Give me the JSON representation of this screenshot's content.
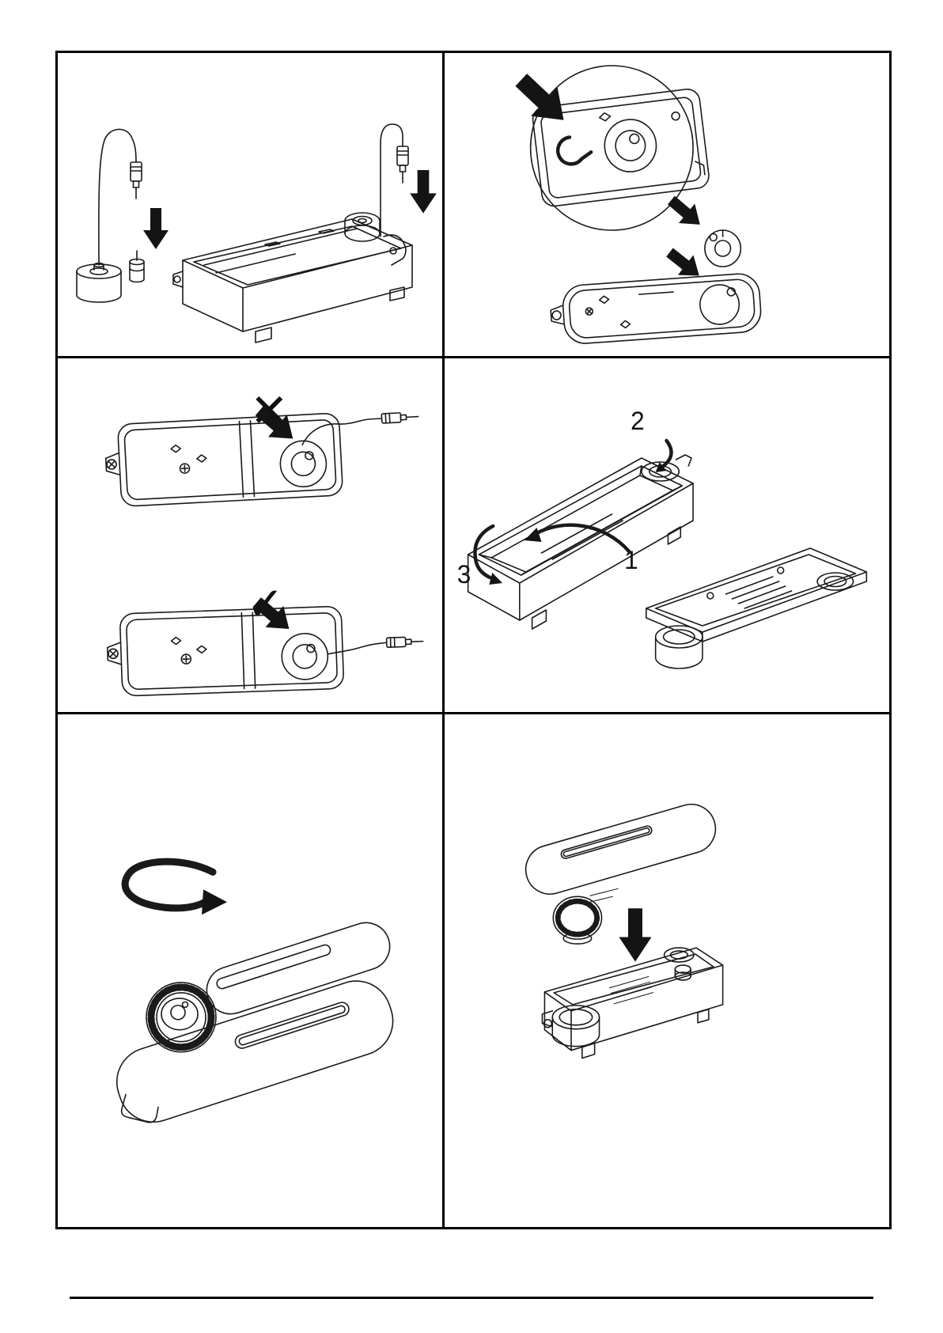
{
  "annotations": {
    "steps": [
      "1",
      "2",
      "3"
    ],
    "marks": {
      "wrong": "✕",
      "correct": "✓"
    }
  },
  "icons": {
    "down-arrow-icon": "⬇",
    "diagonal-arrow-icon": "⬊",
    "rotate-arrow-icon": "↻",
    "curved-arrow-icon": "↶",
    "cross-mark-icon": "✕",
    "check-mark-icon": "✓",
    "magnifier-circle": "○"
  }
}
